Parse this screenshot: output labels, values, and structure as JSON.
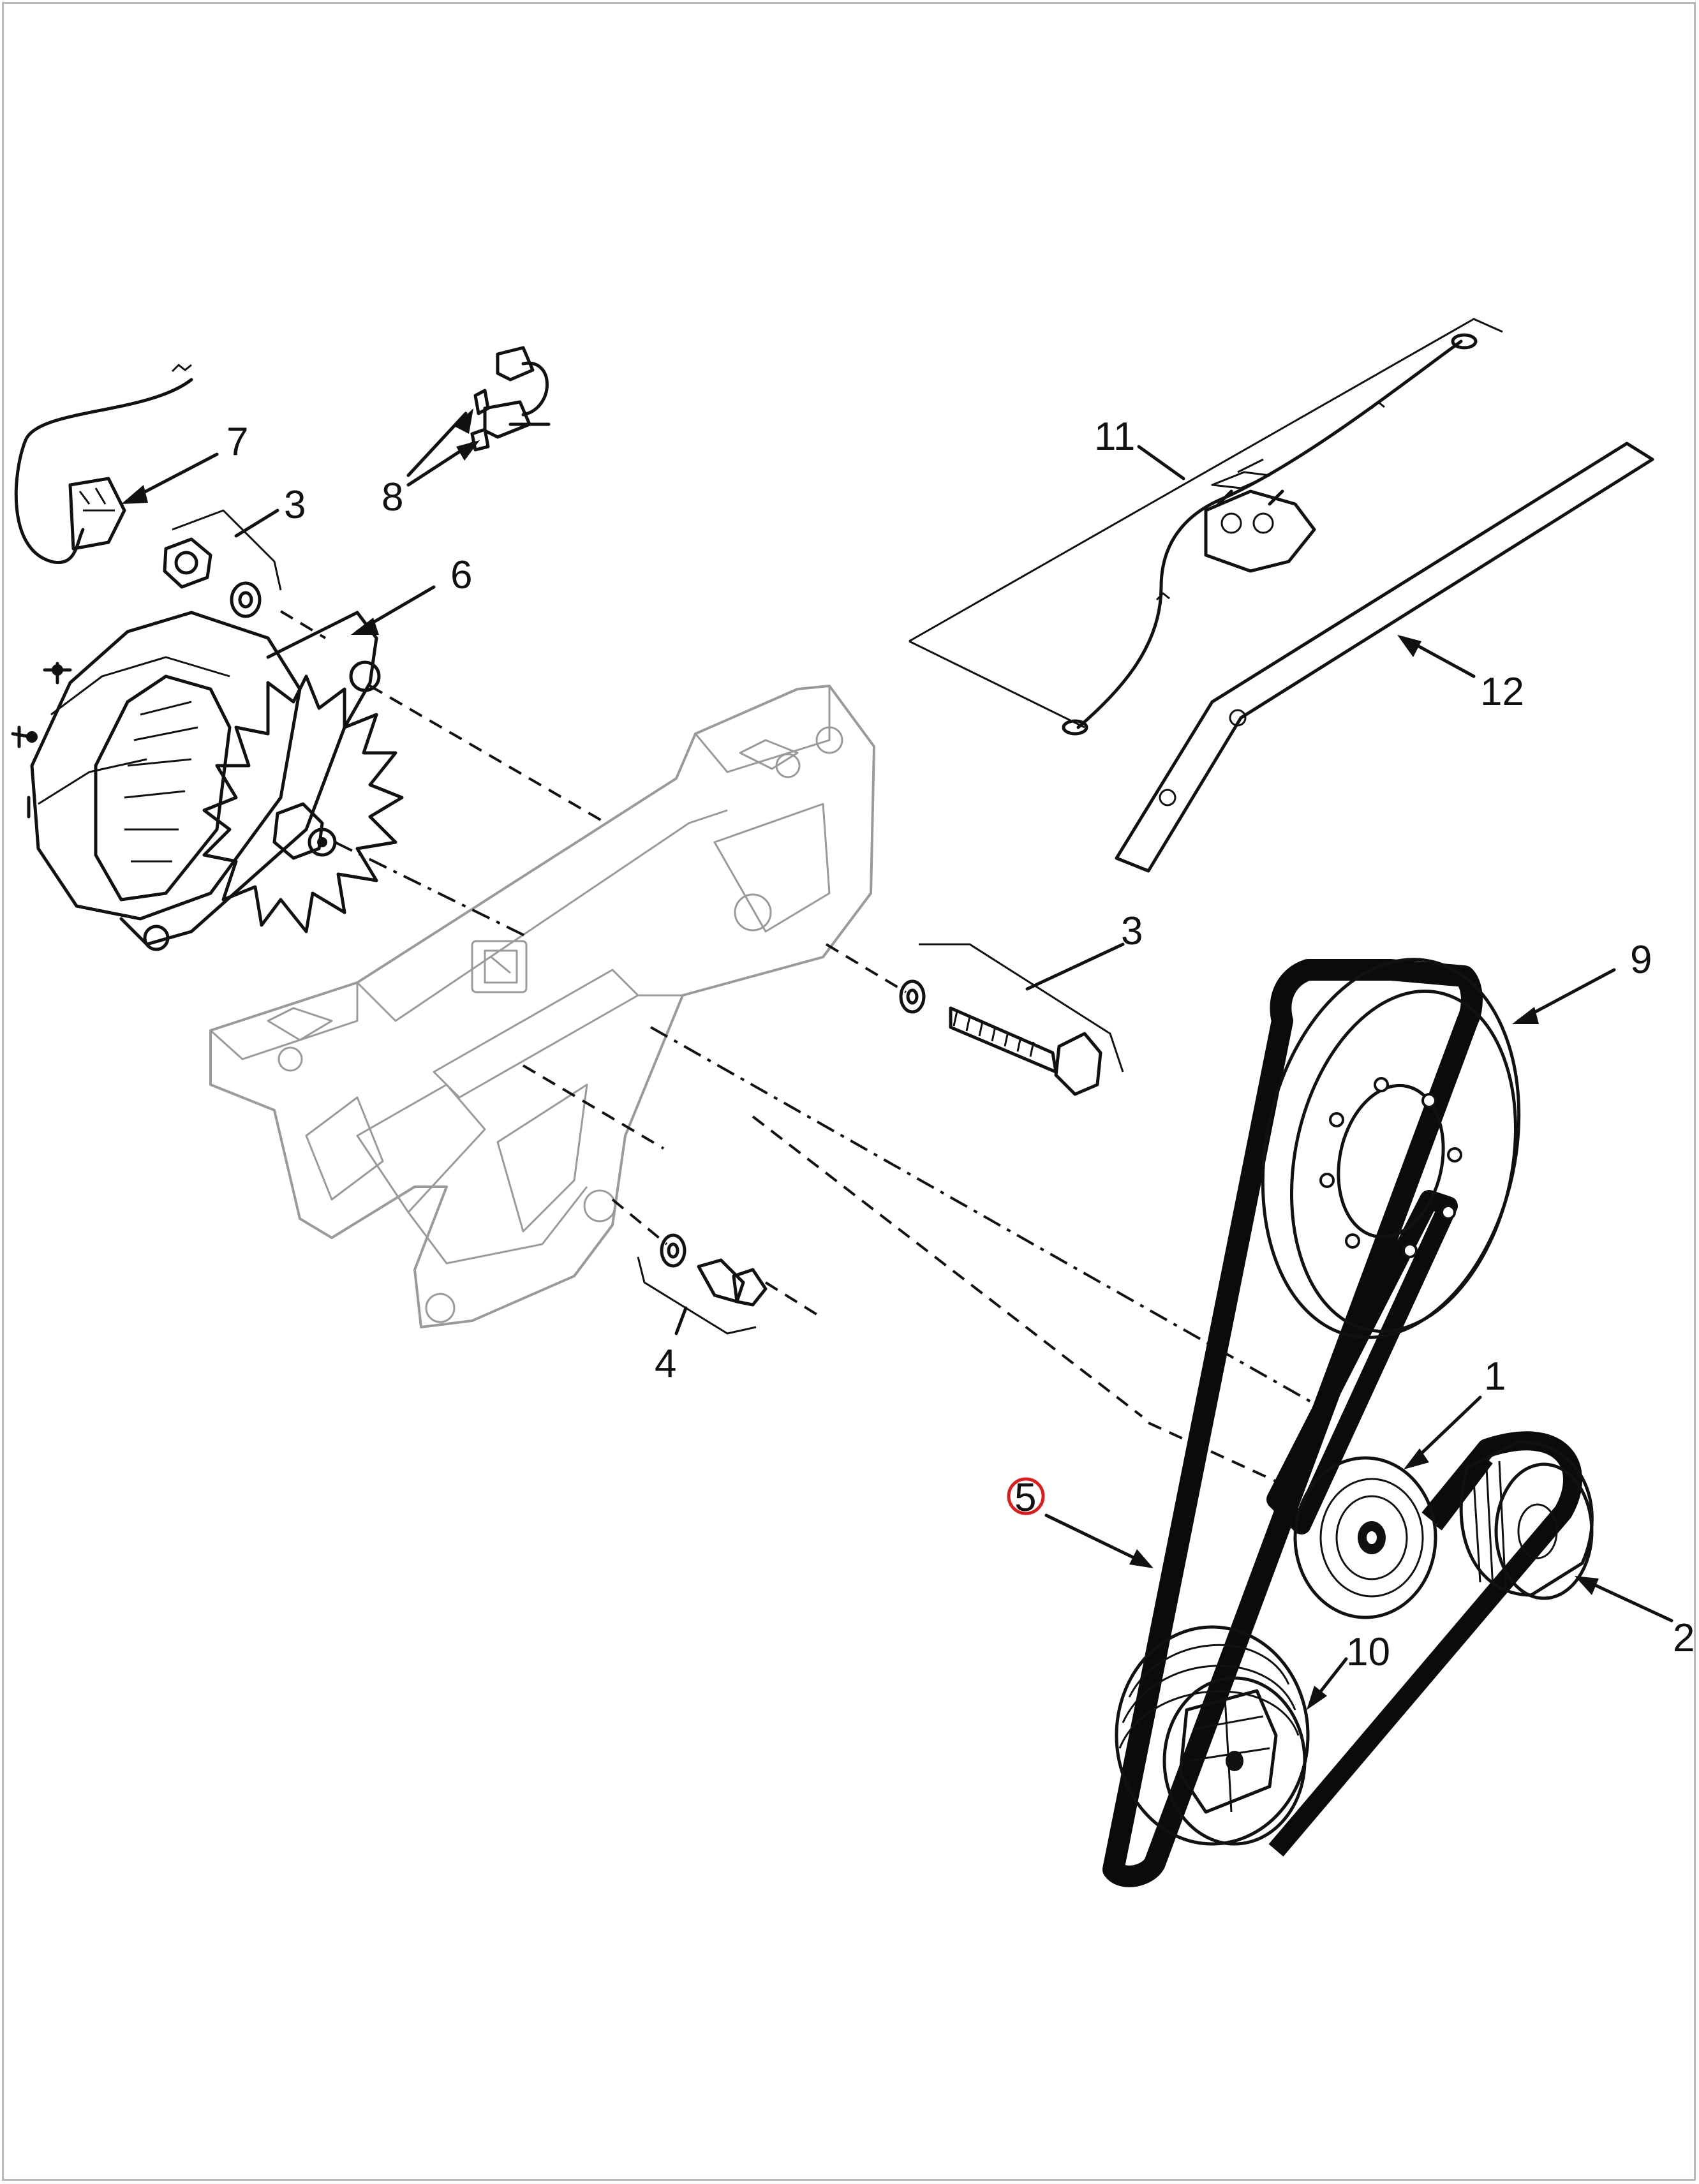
{
  "diagram": {
    "callouts": {
      "c1": "1",
      "c2": "2",
      "c3a": "3",
      "c3b": "3",
      "c4": "4",
      "c5": "5",
      "c6": "6",
      "c7": "7",
      "c8": "8",
      "c9": "9",
      "c10": "10",
      "c11": "11",
      "c12": "12"
    },
    "highlight_color": "#d62020",
    "highlighted_callout": "5"
  }
}
